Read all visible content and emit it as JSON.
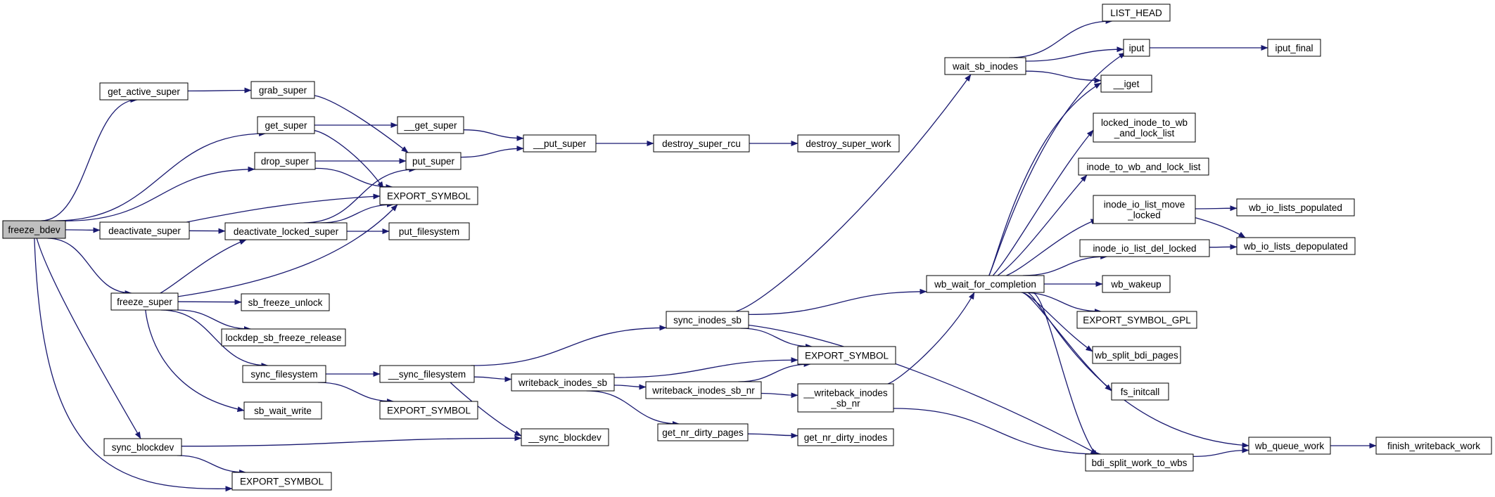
{
  "graph": {
    "colors": {
      "edge": "#191970",
      "node_border": "#000000",
      "focus_fill": "#bfbfbf",
      "missing_border": "#ff0000",
      "node_fill": "#ffffff"
    },
    "nodes": [
      {
        "id": "freeze_bdev",
        "label": "freeze_bdev",
        "style": "focus"
      },
      {
        "id": "get_active_super",
        "label": "get_active_super"
      },
      {
        "id": "grab_super",
        "label": "grab_super"
      },
      {
        "id": "get_super",
        "label": "get_super"
      },
      {
        "id": "__get_super",
        "label": "__get_super"
      },
      {
        "id": "drop_super",
        "label": "drop_super"
      },
      {
        "id": "put_super",
        "label": "put_super"
      },
      {
        "id": "__put_super",
        "label": "__put_super"
      },
      {
        "id": "destroy_super_rcu",
        "label": "destroy_super_rcu"
      },
      {
        "id": "destroy_super_work",
        "label": "destroy_super_work"
      },
      {
        "id": "export_symbol_1",
        "label": "EXPORT_SYMBOL"
      },
      {
        "id": "deactivate_super",
        "label": "deactivate_super"
      },
      {
        "id": "deactivate_locked_super",
        "label": "deactivate_locked_super"
      },
      {
        "id": "put_filesystem",
        "label": "put_filesystem"
      },
      {
        "id": "freeze_super",
        "label": "freeze_super"
      },
      {
        "id": "sb_freeze_unlock",
        "label": "sb_freeze_unlock"
      },
      {
        "id": "lockdep_sb_freeze_release",
        "label": "lockdep_sb_freeze_release"
      },
      {
        "id": "sync_filesystem",
        "label": "sync_filesystem"
      },
      {
        "id": "sb_wait_write",
        "label": "sb_wait_write"
      },
      {
        "id": "__sync_filesystem",
        "label": "__sync_filesystem"
      },
      {
        "id": "export_symbol_2",
        "label": "EXPORT_SYMBOL"
      },
      {
        "id": "sync_blockdev",
        "label": "sync_blockdev"
      },
      {
        "id": "export_symbol_3",
        "label": "EXPORT_SYMBOL"
      },
      {
        "id": "__sync_blockdev",
        "label": "__sync_blockdev"
      },
      {
        "id": "sync_inodes_sb",
        "label": "sync_inodes_sb"
      },
      {
        "id": "writeback_inodes_sb",
        "label": "writeback_inodes_sb"
      },
      {
        "id": "writeback_inodes_sb_nr",
        "label": "writeback_inodes_sb_nr"
      },
      {
        "id": "get_nr_dirty_pages",
        "label": "get_nr_dirty_pages"
      },
      {
        "id": "get_nr_dirty_inodes",
        "label": "get_nr_dirty_inodes",
        "style": "missing"
      },
      {
        "id": "export_symbol_4",
        "label": "EXPORT_SYMBOL"
      },
      {
        "id": "__writeback_inodes_sb_nr",
        "label": "__writeback_inodes\n_sb_nr"
      },
      {
        "id": "wait_sb_inodes",
        "label": "wait_sb_inodes"
      },
      {
        "id": "wb_wait_for_completion",
        "label": "wb_wait_for_completion"
      },
      {
        "id": "LIST_HEAD",
        "label": "LIST_HEAD"
      },
      {
        "id": "iput",
        "label": "iput",
        "style": "missing"
      },
      {
        "id": "iput_final",
        "label": "iput_final",
        "style": "missing"
      },
      {
        "id": "__iget",
        "label": "__iget"
      },
      {
        "id": "locked_inode_to_wb_and_lock_list",
        "label": "locked_inode_to_wb\n_and_lock_list"
      },
      {
        "id": "inode_to_wb_and_lock_list",
        "label": "inode_to_wb_and_lock_list"
      },
      {
        "id": "inode_io_list_move_locked",
        "label": "inode_io_list_move\n_locked"
      },
      {
        "id": "inode_io_list_del_locked",
        "label": "inode_io_list_del_locked"
      },
      {
        "id": "wb_io_lists_populated",
        "label": "wb_io_lists_populated"
      },
      {
        "id": "wb_io_lists_depopulated",
        "label": "wb_io_lists_depopulated"
      },
      {
        "id": "wb_wakeup",
        "label": "wb_wakeup"
      },
      {
        "id": "EXPORT_SYMBOL_GPL",
        "label": "EXPORT_SYMBOL_GPL"
      },
      {
        "id": "wb_split_bdi_pages",
        "label": "wb_split_bdi_pages"
      },
      {
        "id": "fs_initcall",
        "label": "fs_initcall"
      },
      {
        "id": "wb_queue_work",
        "label": "wb_queue_work"
      },
      {
        "id": "finish_writeback_work",
        "label": "finish_writeback_work"
      },
      {
        "id": "bdi_split_work_to_wbs",
        "label": "bdi_split_work_to_wbs"
      }
    ],
    "edges": [
      [
        "freeze_bdev",
        "get_active_super"
      ],
      [
        "freeze_bdev",
        "get_super"
      ],
      [
        "freeze_bdev",
        "drop_super"
      ],
      [
        "freeze_bdev",
        "deactivate_super"
      ],
      [
        "freeze_bdev",
        "freeze_super"
      ],
      [
        "freeze_bdev",
        "sync_blockdev"
      ],
      [
        "freeze_bdev",
        "export_symbol_3"
      ],
      [
        "get_active_super",
        "grab_super"
      ],
      [
        "grab_super",
        "put_super"
      ],
      [
        "get_super",
        "__get_super"
      ],
      [
        "get_super",
        "export_symbol_1"
      ],
      [
        "__get_super",
        "__put_super"
      ],
      [
        "drop_super",
        "put_super"
      ],
      [
        "drop_super",
        "export_symbol_1"
      ],
      [
        "put_super",
        "__put_super"
      ],
      [
        "__put_super",
        "destroy_super_rcu"
      ],
      [
        "destroy_super_rcu",
        "destroy_super_work"
      ],
      [
        "deactivate_super",
        "export_symbol_1"
      ],
      [
        "deactivate_super",
        "deactivate_locked_super"
      ],
      [
        "deactivate_locked_super",
        "put_super"
      ],
      [
        "deactivate_locked_super",
        "export_symbol_1"
      ],
      [
        "deactivate_locked_super",
        "put_filesystem"
      ],
      [
        "freeze_super",
        "deactivate_locked_super"
      ],
      [
        "freeze_super",
        "export_symbol_1"
      ],
      [
        "freeze_super",
        "sb_freeze_unlock"
      ],
      [
        "freeze_super",
        "lockdep_sb_freeze_release"
      ],
      [
        "freeze_super",
        "sync_filesystem"
      ],
      [
        "freeze_super",
        "sb_wait_write"
      ],
      [
        "sync_filesystem",
        "__sync_filesystem"
      ],
      [
        "sync_filesystem",
        "export_symbol_2"
      ],
      [
        "__sync_filesystem",
        "sync_inodes_sb"
      ],
      [
        "__sync_filesystem",
        "writeback_inodes_sb"
      ],
      [
        "__sync_filesystem",
        "__sync_blockdev"
      ],
      [
        "sync_blockdev",
        "__sync_blockdev"
      ],
      [
        "sync_blockdev",
        "export_symbol_3"
      ],
      [
        "sync_inodes_sb",
        "wait_sb_inodes"
      ],
      [
        "sync_inodes_sb",
        "wb_wait_for_completion"
      ],
      [
        "sync_inodes_sb",
        "export_symbol_4"
      ],
      [
        "sync_inodes_sb",
        "bdi_split_work_to_wbs"
      ],
      [
        "writeback_inodes_sb",
        "export_symbol_4"
      ],
      [
        "writeback_inodes_sb",
        "writeback_inodes_sb_nr"
      ],
      [
        "writeback_inodes_sb",
        "get_nr_dirty_pages"
      ],
      [
        "writeback_inodes_sb_nr",
        "export_symbol_4"
      ],
      [
        "writeback_inodes_sb_nr",
        "__writeback_inodes_sb_nr"
      ],
      [
        "get_nr_dirty_pages",
        "get_nr_dirty_inodes"
      ],
      [
        "__writeback_inodes_sb_nr",
        "wb_wait_for_completion"
      ],
      [
        "__writeback_inodes_sb_nr",
        "bdi_split_work_to_wbs"
      ],
      [
        "wait_sb_inodes",
        "LIST_HEAD"
      ],
      [
        "wait_sb_inodes",
        "iput"
      ],
      [
        "wait_sb_inodes",
        "__iget"
      ],
      [
        "iput",
        "iput_final"
      ],
      [
        "wb_wait_for_completion",
        "iput"
      ],
      [
        "wb_wait_for_completion",
        "__iget"
      ],
      [
        "wb_wait_for_completion",
        "locked_inode_to_wb_and_lock_list"
      ],
      [
        "wb_wait_for_completion",
        "inode_to_wb_and_lock_list"
      ],
      [
        "wb_wait_for_completion",
        "inode_io_list_move_locked"
      ],
      [
        "wb_wait_for_completion",
        "inode_io_list_del_locked"
      ],
      [
        "wb_wait_for_completion",
        "wb_wakeup"
      ],
      [
        "wb_wait_for_completion",
        "EXPORT_SYMBOL_GPL"
      ],
      [
        "wb_wait_for_completion",
        "wb_split_bdi_pages"
      ],
      [
        "wb_wait_for_completion",
        "fs_initcall"
      ],
      [
        "wb_wait_for_completion",
        "wb_queue_work"
      ],
      [
        "wb_wait_for_completion",
        "bdi_split_work_to_wbs"
      ],
      [
        "inode_io_list_move_locked",
        "wb_io_lists_populated"
      ],
      [
        "inode_io_list_move_locked",
        "wb_io_lists_depopulated"
      ],
      [
        "inode_io_list_del_locked",
        "wb_io_lists_depopulated"
      ],
      [
        "bdi_split_work_to_wbs",
        "wb_queue_work"
      ],
      [
        "wb_queue_work",
        "finish_writeback_work"
      ]
    ]
  }
}
